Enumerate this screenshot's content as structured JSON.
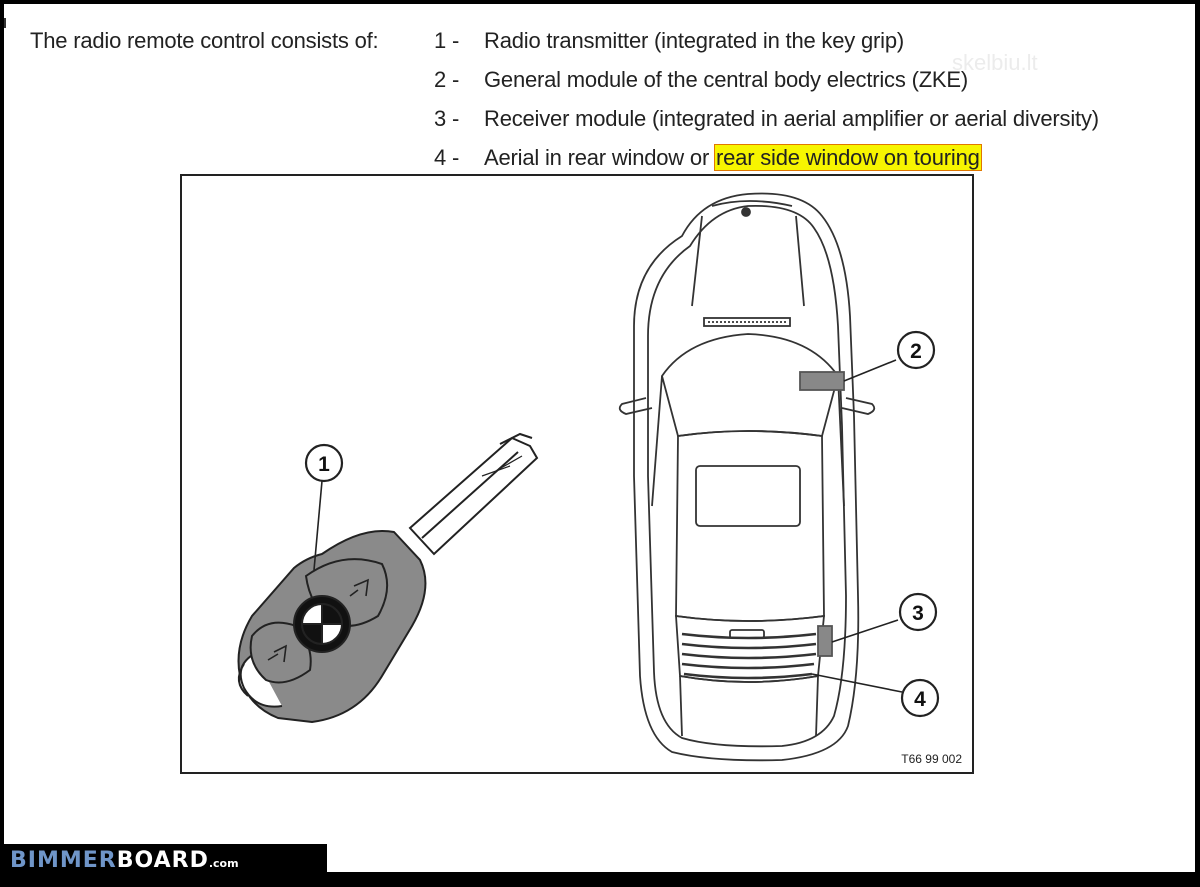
{
  "intro_text": "The radio remote control consists of:",
  "legend": [
    {
      "num": "1 -",
      "text": "Radio transmitter (integrated in the key grip)"
    },
    {
      "num": "2 -",
      "text": "General module of the central body electrics (ZKE)"
    },
    {
      "num": "3 -",
      "text": "Receiver module (integrated in aerial amplifier or aerial diversity)"
    },
    {
      "num": "4 -",
      "text_before": "Aerial in rear window or ",
      "highlight": "rear side window on touring"
    }
  ],
  "watermark": "skelbiu.lt",
  "figure": {
    "callouts": [
      "1",
      "2",
      "3",
      "4"
    ],
    "code": "T66 99 002"
  },
  "brand": {
    "part1": "BIMMER",
    "part2": "BOARD",
    "domain": ".com"
  },
  "colors": {
    "highlight": "#f7f500",
    "highlight_border": "#e07800",
    "key_body": "#8a8a8a",
    "brand_blue": "#6f95c8"
  }
}
